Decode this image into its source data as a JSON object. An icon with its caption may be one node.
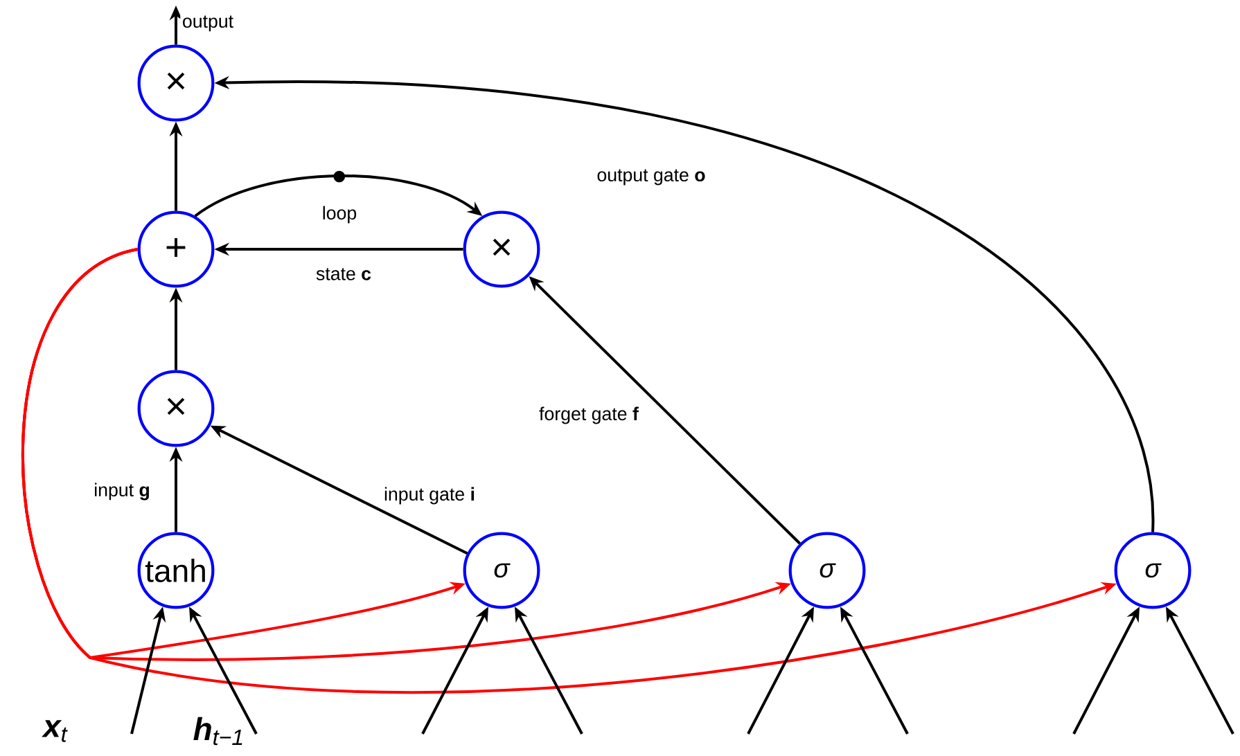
{
  "diagram": {
    "nodes": [
      {
        "text": [
          "×"
        ]
      },
      {
        "text": [
          "+"
        ]
      },
      {
        "text": [
          "×"
        ]
      },
      {
        "text": [
          "×"
        ]
      },
      {
        "text": [
          "tanh"
        ]
      },
      {
        "text": [
          "σ"
        ]
      },
      {
        "text": [
          "σ"
        ]
      },
      {
        "text": [
          "σ"
        ]
      }
    ],
    "edges": [
      {
        "from": 0,
        "to": null,
        "arrow": "to",
        "label": "output"
      },
      {
        "from": 1,
        "to": 0,
        "arrow": "to"
      },
      {
        "from": 2,
        "to": 1,
        "arrow": "to",
        "label": "state **c**"
      },
      {
        "from": 1,
        "to": 2,
        "arrow": "to",
        "label": "loop"
      },
      {
        "from": 3,
        "to": 1,
        "arrow": "to"
      },
      {
        "from": 4,
        "to": 3,
        "arrow": "to",
        "label": "input **g**"
      },
      {
        "from": 5,
        "to": 3,
        "arrow": "to",
        "label": "input gate **i**"
      },
      {
        "from": 6,
        "to": 2,
        "arrow": "to",
        "label": "forget gate **f**"
      },
      {
        "from": 7,
        "to": 0,
        "arrow": "to",
        "label": "output gate **o**"
      },
      {
        "from": 1,
        "to": 5,
        "arrow": "to",
        "color": "#ff0000"
      },
      {
        "from": 1,
        "to": 6,
        "arrow": "to",
        "color": "#ff0000"
      },
      {
        "from": 1,
        "to": 7,
        "arrow": "to",
        "color": "#ff0000"
      },
      {
        "from": null,
        "to": 4,
        "arrow": "to"
      },
      {
        "from": null,
        "to": 4,
        "arrow": "to"
      },
      {
        "from": null,
        "to": 5,
        "arrow": "to"
      },
      {
        "from": null,
        "to": 5,
        "arrow": "to"
      },
      {
        "from": null,
        "to": 6,
        "arrow": "to"
      },
      {
        "from": null,
        "to": 6,
        "arrow": "to"
      },
      {
        "from": null,
        "to": 7,
        "arrow": "to"
      },
      {
        "from": null,
        "to": 7,
        "arrow": "to"
      }
    ],
    "labels": [
      "**x**$_{t}$",
      "**h**$_{t−1}$"
    ]
  }
}
